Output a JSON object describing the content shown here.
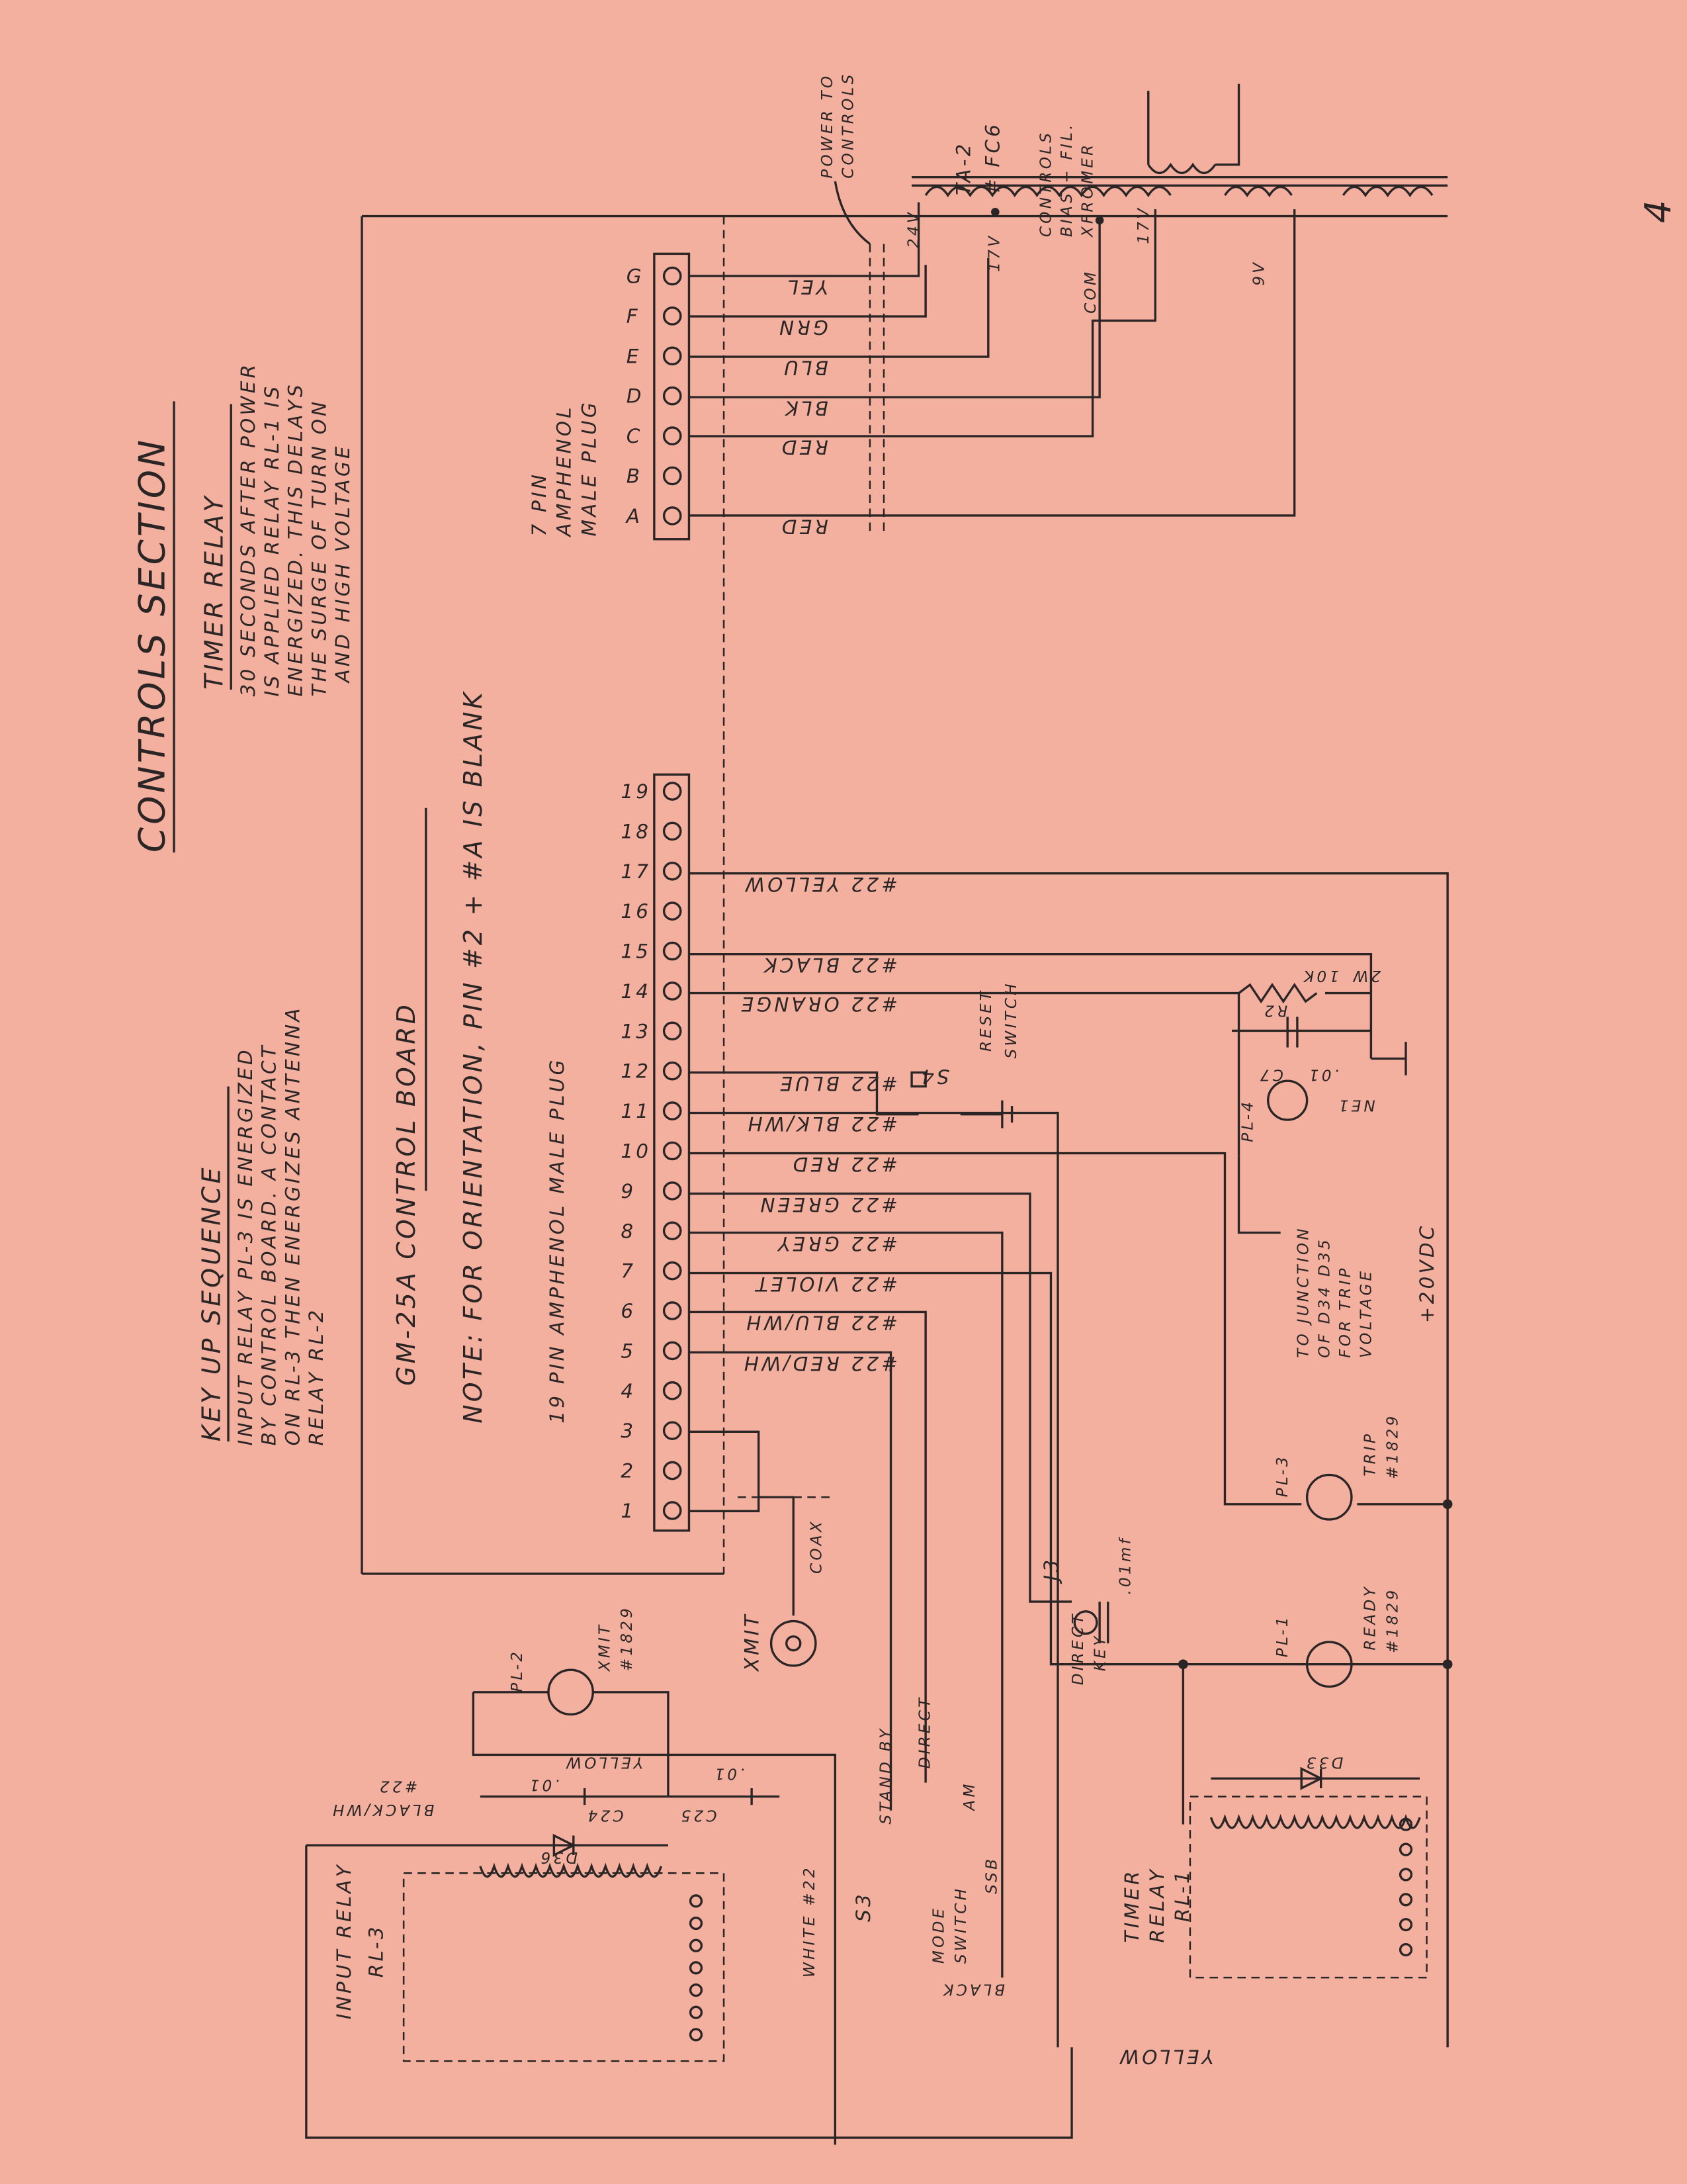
{
  "page_number": "4",
  "title": "CONTROLS SECTION",
  "key_up": {
    "heading": "KEY UP SEQUENCE",
    "lines": [
      "INPUT RELAY PL-3 IS ENERGIZED",
      "BY CONTROL BOARD. A CONTACT",
      "ON RL-3 THEN ENERGIZES ANTENNA",
      "RELAY RL-2"
    ]
  },
  "timer_relay": {
    "heading": "TIMER RELAY",
    "lines": [
      "30 SECONDS AFTER POWER",
      "IS APPLIED RELAY RL-1 IS",
      "ENERGIZED. THIS DELAYS",
      "THE SURGE OF TURN ON",
      "AND HIGH VOLTAGE"
    ]
  },
  "board": {
    "title": "GM-25A CONTROL BOARD",
    "note": "NOTE: FOR ORIENTATION, PIN #2 + #A IS BLANK",
    "plug19": "19 PIN AMPHENOL MALE PLUG",
    "plug7": [
      "7 PIN",
      "AMPHENOL",
      "MALE PLUG"
    ]
  },
  "pins7": [
    "G",
    "F",
    "E",
    "D",
    "C",
    "B",
    "A"
  ],
  "pins19": [
    "19",
    "18",
    "17",
    "16",
    "15",
    "14",
    "13",
    "12",
    "11",
    "10",
    "9",
    "8",
    "7",
    "6",
    "5",
    "4",
    "3",
    "2",
    "1"
  ],
  "wires7": [
    "YEL",
    "GRN",
    "BLU",
    "BLK",
    "RED",
    "RED"
  ],
  "wires19": [
    "#22 YELLOW",
    "#22 BLACK",
    "#22 ORANGE",
    "#22 BLUE",
    "#22 BLK/WH",
    "#22 RED",
    "#22 GREEN",
    "#22 GREY",
    "#22 VIOLET",
    "#22 BLU/WH",
    "#22 RED/WH"
  ],
  "transformer": {
    "name": [
      "TA-2",
      "# FC6"
    ],
    "desc": [
      "CONTROLS",
      "BIAS + FIL.",
      "XFROMER"
    ],
    "power": [
      "POWER TO",
      "CONTROLS"
    ],
    "taps": [
      "24V",
      "17V",
      "COM",
      "17V",
      "9V"
    ]
  },
  "components": {
    "r2": "R2",
    "r2_val": "10K",
    "r2_w": "2W",
    "c7": "C7",
    "c7_val": ".01",
    "ne": "NE1",
    "pl4": "PL-4",
    "s4": "S4",
    "reset": [
      "RESET",
      "SWITCH"
    ],
    "junction": [
      "TO JUNCTION",
      "OF D34 D35",
      "FOR TRIP",
      "VOLTAGE"
    ],
    "vdc": "+20VDC",
    "pl3": "PL-3",
    "trip": [
      "TRIP",
      "#1829"
    ],
    "pl1": "PL-1",
    "ready": [
      "READY",
      "#1829"
    ],
    "pl2": "PL-2",
    "xmit_lamp": [
      "XMIT",
      "#1829"
    ],
    "xmit": "XMIT",
    "coax": "COAX",
    "j3": "J3",
    "direct_key": [
      "DIRECT",
      "KEY"
    ],
    "cap_j3": ".01mf",
    "c24": "C24",
    "c24_val": ".01",
    "c25": "C25",
    "c25_val": ".01",
    "d36": "D36",
    "d33": "D33",
    "yellow": "YELLOW",
    "black_wh": [
      "BLACK/WH",
      "#22"
    ],
    "white": "WHITE #22",
    "input_relay": [
      "INPUT RELAY",
      "RL-3"
    ],
    "s3": "S3",
    "mode": [
      "MODE",
      "SWITCH"
    ],
    "standby": "STAND BY",
    "direct": "DIRECT",
    "am": "AM",
    "ssb": "SSB",
    "black": "BLACK",
    "timer_relay": [
      "TIMER",
      "RELAY",
      "RL-1"
    ],
    "yellow_bottom": "YELLOW"
  }
}
